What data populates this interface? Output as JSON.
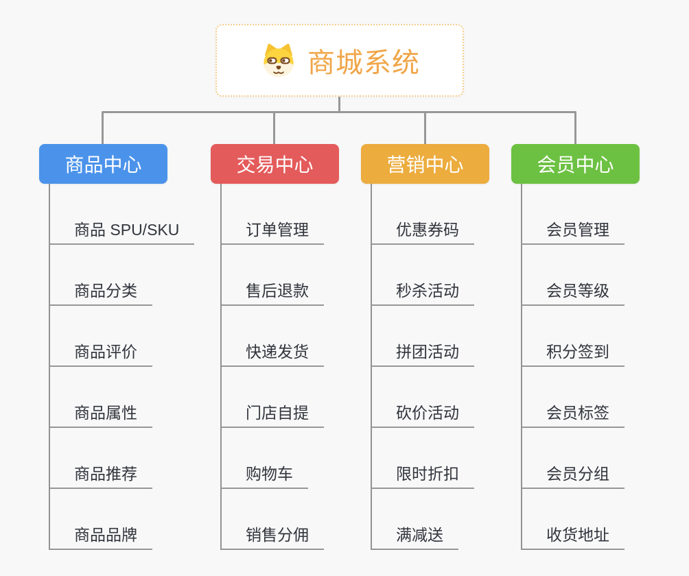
{
  "root": {
    "title": "商城系统",
    "icon": "dog-face-icon"
  },
  "branches": [
    {
      "label": "商品中心",
      "color": "#4B93EA",
      "items": [
        "商品 SPU/SKU",
        "商品分类",
        "商品评价",
        "商品属性",
        "商品推荐",
        "商品品牌"
      ]
    },
    {
      "label": "交易中心",
      "color": "#E45B5B",
      "items": [
        "订单管理",
        "售后退款",
        "快递发货",
        "门店自提",
        "购物车",
        "销售分佣"
      ]
    },
    {
      "label": "营销中心",
      "color": "#ECAC3E",
      "items": [
        "优惠券码",
        "秒杀活动",
        "拼团活动",
        "砍价活动",
        "限时折扣",
        "满减送"
      ]
    },
    {
      "label": "会员中心",
      "color": "#6DC142",
      "items": [
        "会员管理",
        "会员等级",
        "积分签到",
        "会员标签",
        "会员分组",
        "收货地址"
      ]
    }
  ],
  "style": {
    "background": "#F8F8F8",
    "connector_color": "#979797",
    "underline_color": "#969696",
    "root_title_color": "#F0A648",
    "root_border_color": "#F6CD8B",
    "leaf_text_color": "#31343C"
  }
}
